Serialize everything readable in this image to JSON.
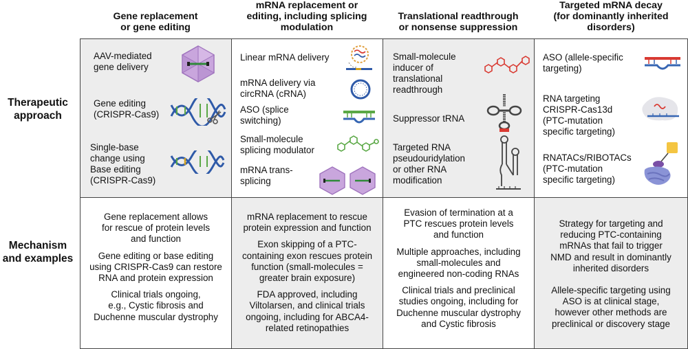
{
  "headers": [
    [
      "Gene replacement",
      "or gene editing"
    ],
    [
      "mRNA replacement or",
      "editing, including splicing",
      "modulation"
    ],
    [
      "Translational readthrough",
      "or nonsense suppression"
    ],
    [
      "Targeted mRNA decay",
      "(for dominantly inherited",
      "disorders)"
    ]
  ],
  "row_labels": {
    "therapeutic": [
      "Therapeutic",
      "approach"
    ],
    "mechanism": [
      "Mechanism",
      "and examples"
    ]
  },
  "approaches": {
    "col1": [
      [
        "AAV-mediated",
        "gene delivery"
      ],
      [
        "Gene editing",
        "(CRISPR-Cas9)"
      ],
      [
        "Single-base",
        "change using",
        "Base editing",
        "(CRISPR-Cas9)"
      ]
    ],
    "col2": [
      [
        "Linear mRNA delivery"
      ],
      [
        "mRNA delivery via",
        "circRNA (cRNA)"
      ],
      [
        "ASO (splice",
        "switching)"
      ],
      [
        "Small-molecule",
        "splicing modulator"
      ],
      [
        "mRNA trans-",
        "splicing"
      ]
    ],
    "col3": [
      [
        "Small-molecule",
        "inducer of",
        "translational",
        "readthrough"
      ],
      [
        "Suppressor tRNA"
      ],
      [
        "Targeted RNA",
        "pseudouridylation",
        "or other RNA",
        "modification"
      ]
    ],
    "col4": [
      [
        "ASO (allele-specific",
        "targeting)"
      ],
      [
        "RNA targeting",
        "CRISPR-Cas13d",
        "(PTC-mutation",
        "specific targeting)"
      ],
      [
        "RNATACs/RIBOTACs",
        "(PTC-mutation",
        "specific targeting)"
      ]
    ]
  },
  "mechanisms": {
    "col1": [
      [
        "Gene replacement allows",
        "for rescue of protein levels",
        "and function"
      ],
      [
        "Gene editing or base editing",
        "using CRISPR-Cas9 can restore",
        "RNA and protein expression"
      ],
      [
        "Clinical trials ongoing,",
        "e.g., Cystic fibrosis and",
        "Duchenne muscular dystrophy"
      ]
    ],
    "col2": [
      [
        "mRNA replacement to rescue",
        "protein expression and function"
      ],
      [
        "Exon skipping of a PTC-",
        "containing exon rescues protein",
        "function (small-molecules =",
        "greater brain exposure)"
      ],
      [
        "FDA approved, including",
        "Viltolarsen, and clinical trials",
        "ongoing, including for ABCA4-",
        "related retinopathies"
      ]
    ],
    "col3": [
      [
        "Evasion of termination at a",
        "PTC rescues protein levels",
        "and function"
      ],
      [
        "Multiple approaches, including",
        "small-molecules and",
        "engineered non-coding RNAs"
      ],
      [
        "Clinical trials and preclinical",
        "studies ongoing, including for",
        "Duchenne muscular dystrophy",
        "and Cystic fibrosis"
      ]
    ],
    "col4": [
      [
        "Strategy for targeting and",
        "reducing PTC-containing",
        "mRNAs that fail to trigger",
        "NMD and result in dominantly",
        "inherited disorders"
      ],
      [
        "Allele-specific targeting using",
        "ASO is at clinical stage,",
        "however other methods are",
        "preclinical or discovery stage"
      ]
    ]
  },
  "colors": {
    "purple": "#c9a6dd",
    "purple_dark": "#9f73bd",
    "dna_blue": "#2f5aa8",
    "dna_green": "#5aa845",
    "rna_red": "#d93a32",
    "aso_blue": "#3666b3",
    "grey_icon": "#555555",
    "yellow": "#f4c542",
    "cell_shade": "#ededed"
  }
}
